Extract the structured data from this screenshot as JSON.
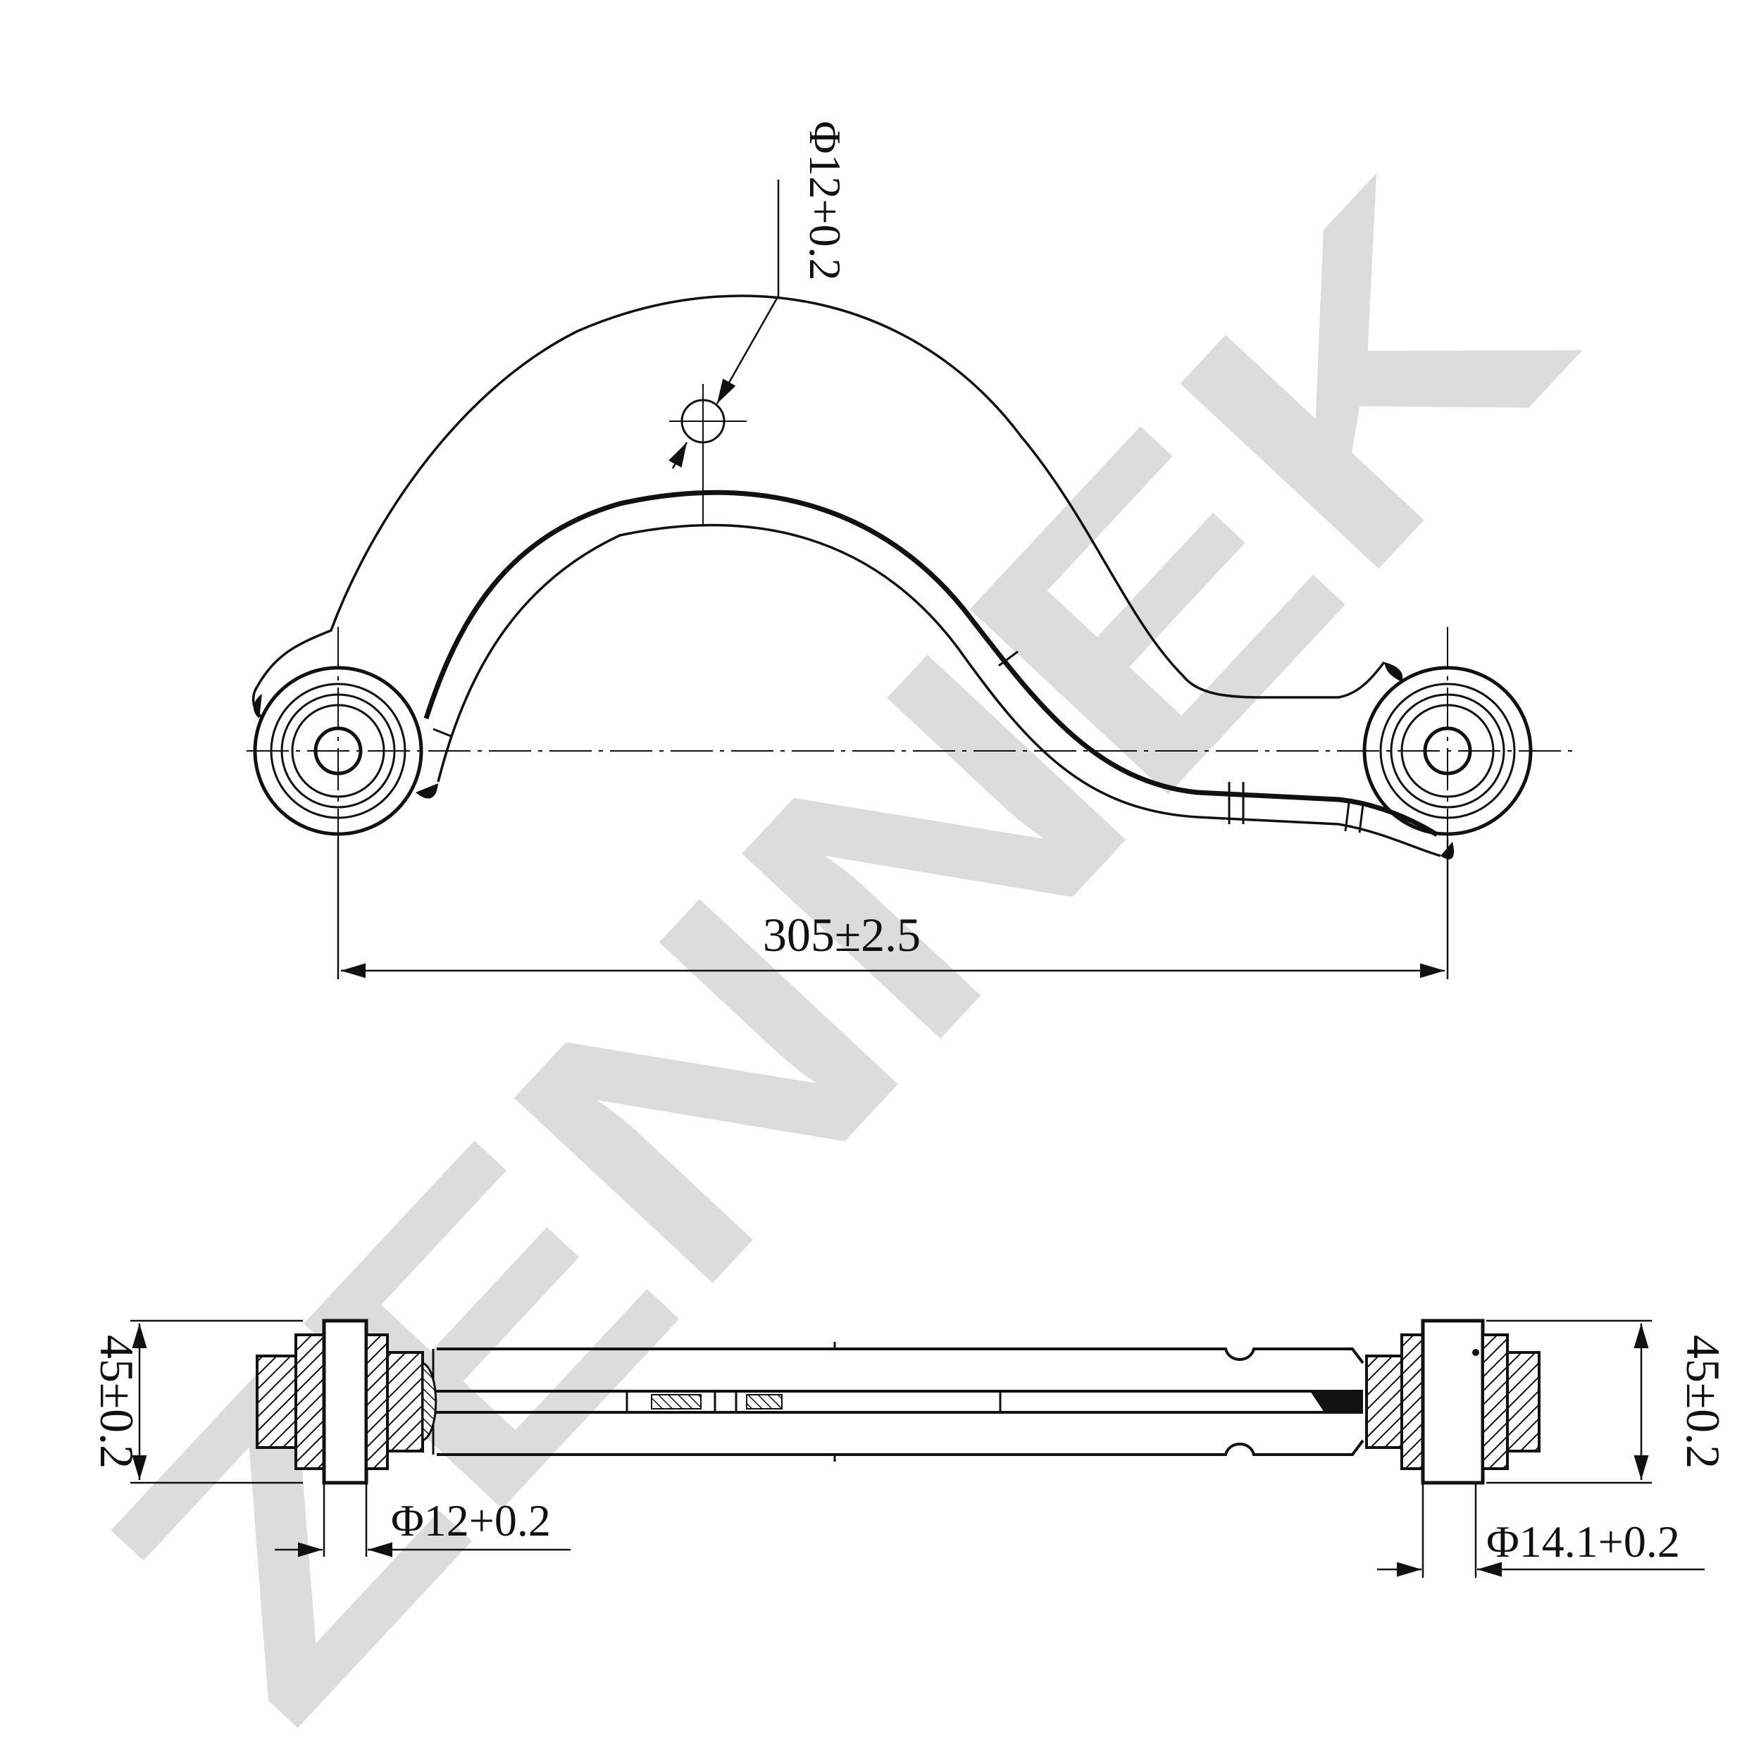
{
  "watermark": {
    "text": "ZENNEK",
    "color": "#dcdcdc"
  },
  "colors": {
    "line": "#111111",
    "background": "#ffffff"
  },
  "top_view": {
    "hole_diameter_label": "Φ12+0.2",
    "length_label": "305±2.5"
  },
  "bottom_view": {
    "left_width_label": "45±0.2",
    "right_width_label": "45±0.2",
    "left_bore_label": "Φ12+0.2",
    "right_bore_label": "Φ14.1+0.2"
  }
}
